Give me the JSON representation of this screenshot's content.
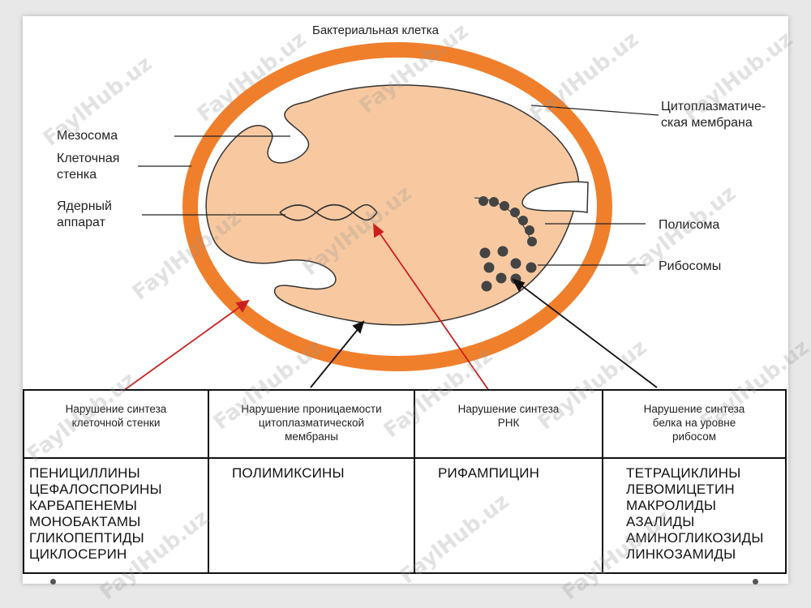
{
  "diagram": {
    "title": "Бактериальная клетка",
    "labels": {
      "mesosome": "Мезосома",
      "cell_wall": "Клеточная\nстенка",
      "nuclear": "Ядерный\nаппарат",
      "cytoplasmic_membrane": "Цитоплазматиче-\nская мембрана",
      "polysome": "Полисома",
      "ribosomes": "Рибосомы"
    },
    "colors": {
      "cell_wall": "#f07f2c",
      "cytoplasm": "#f8c9a0",
      "red_arrow": "#cc1f1f",
      "dark_arrow": "#111111",
      "ribosome": "#444444"
    }
  },
  "table": {
    "headers": [
      "Нарушение синтеза\nклеточной стенки",
      "Нарушение проницаемости\nцитоплазматической\nмембраны",
      "Нарушение синтеза\nРНК",
      "Нарушение синтеза\nбелка на уровне\nрибосом"
    ],
    "drugs": [
      "ПЕНИЦИЛЛИНЫ\nЦЕФАЛОСПОРИНЫ\nКАРБАПЕНЕМЫ\nМОНОБАКТАМЫ\nГЛИКОПЕПТИДЫ\nЦИКЛОСЕРИН",
      "ПОЛИМИКСИНЫ",
      "РИФАМПИЦИН",
      "ТЕТРАЦИКЛИНЫ\nЛЕВОМИЦЕТИН\nМАКРОЛИДЫ\nАЗАЛИДЫ\nАМИНОГЛИКОЗИДЫ\nЛИНКОЗАМИДЫ"
    ]
  },
  "watermark": "FaylHub.uz"
}
